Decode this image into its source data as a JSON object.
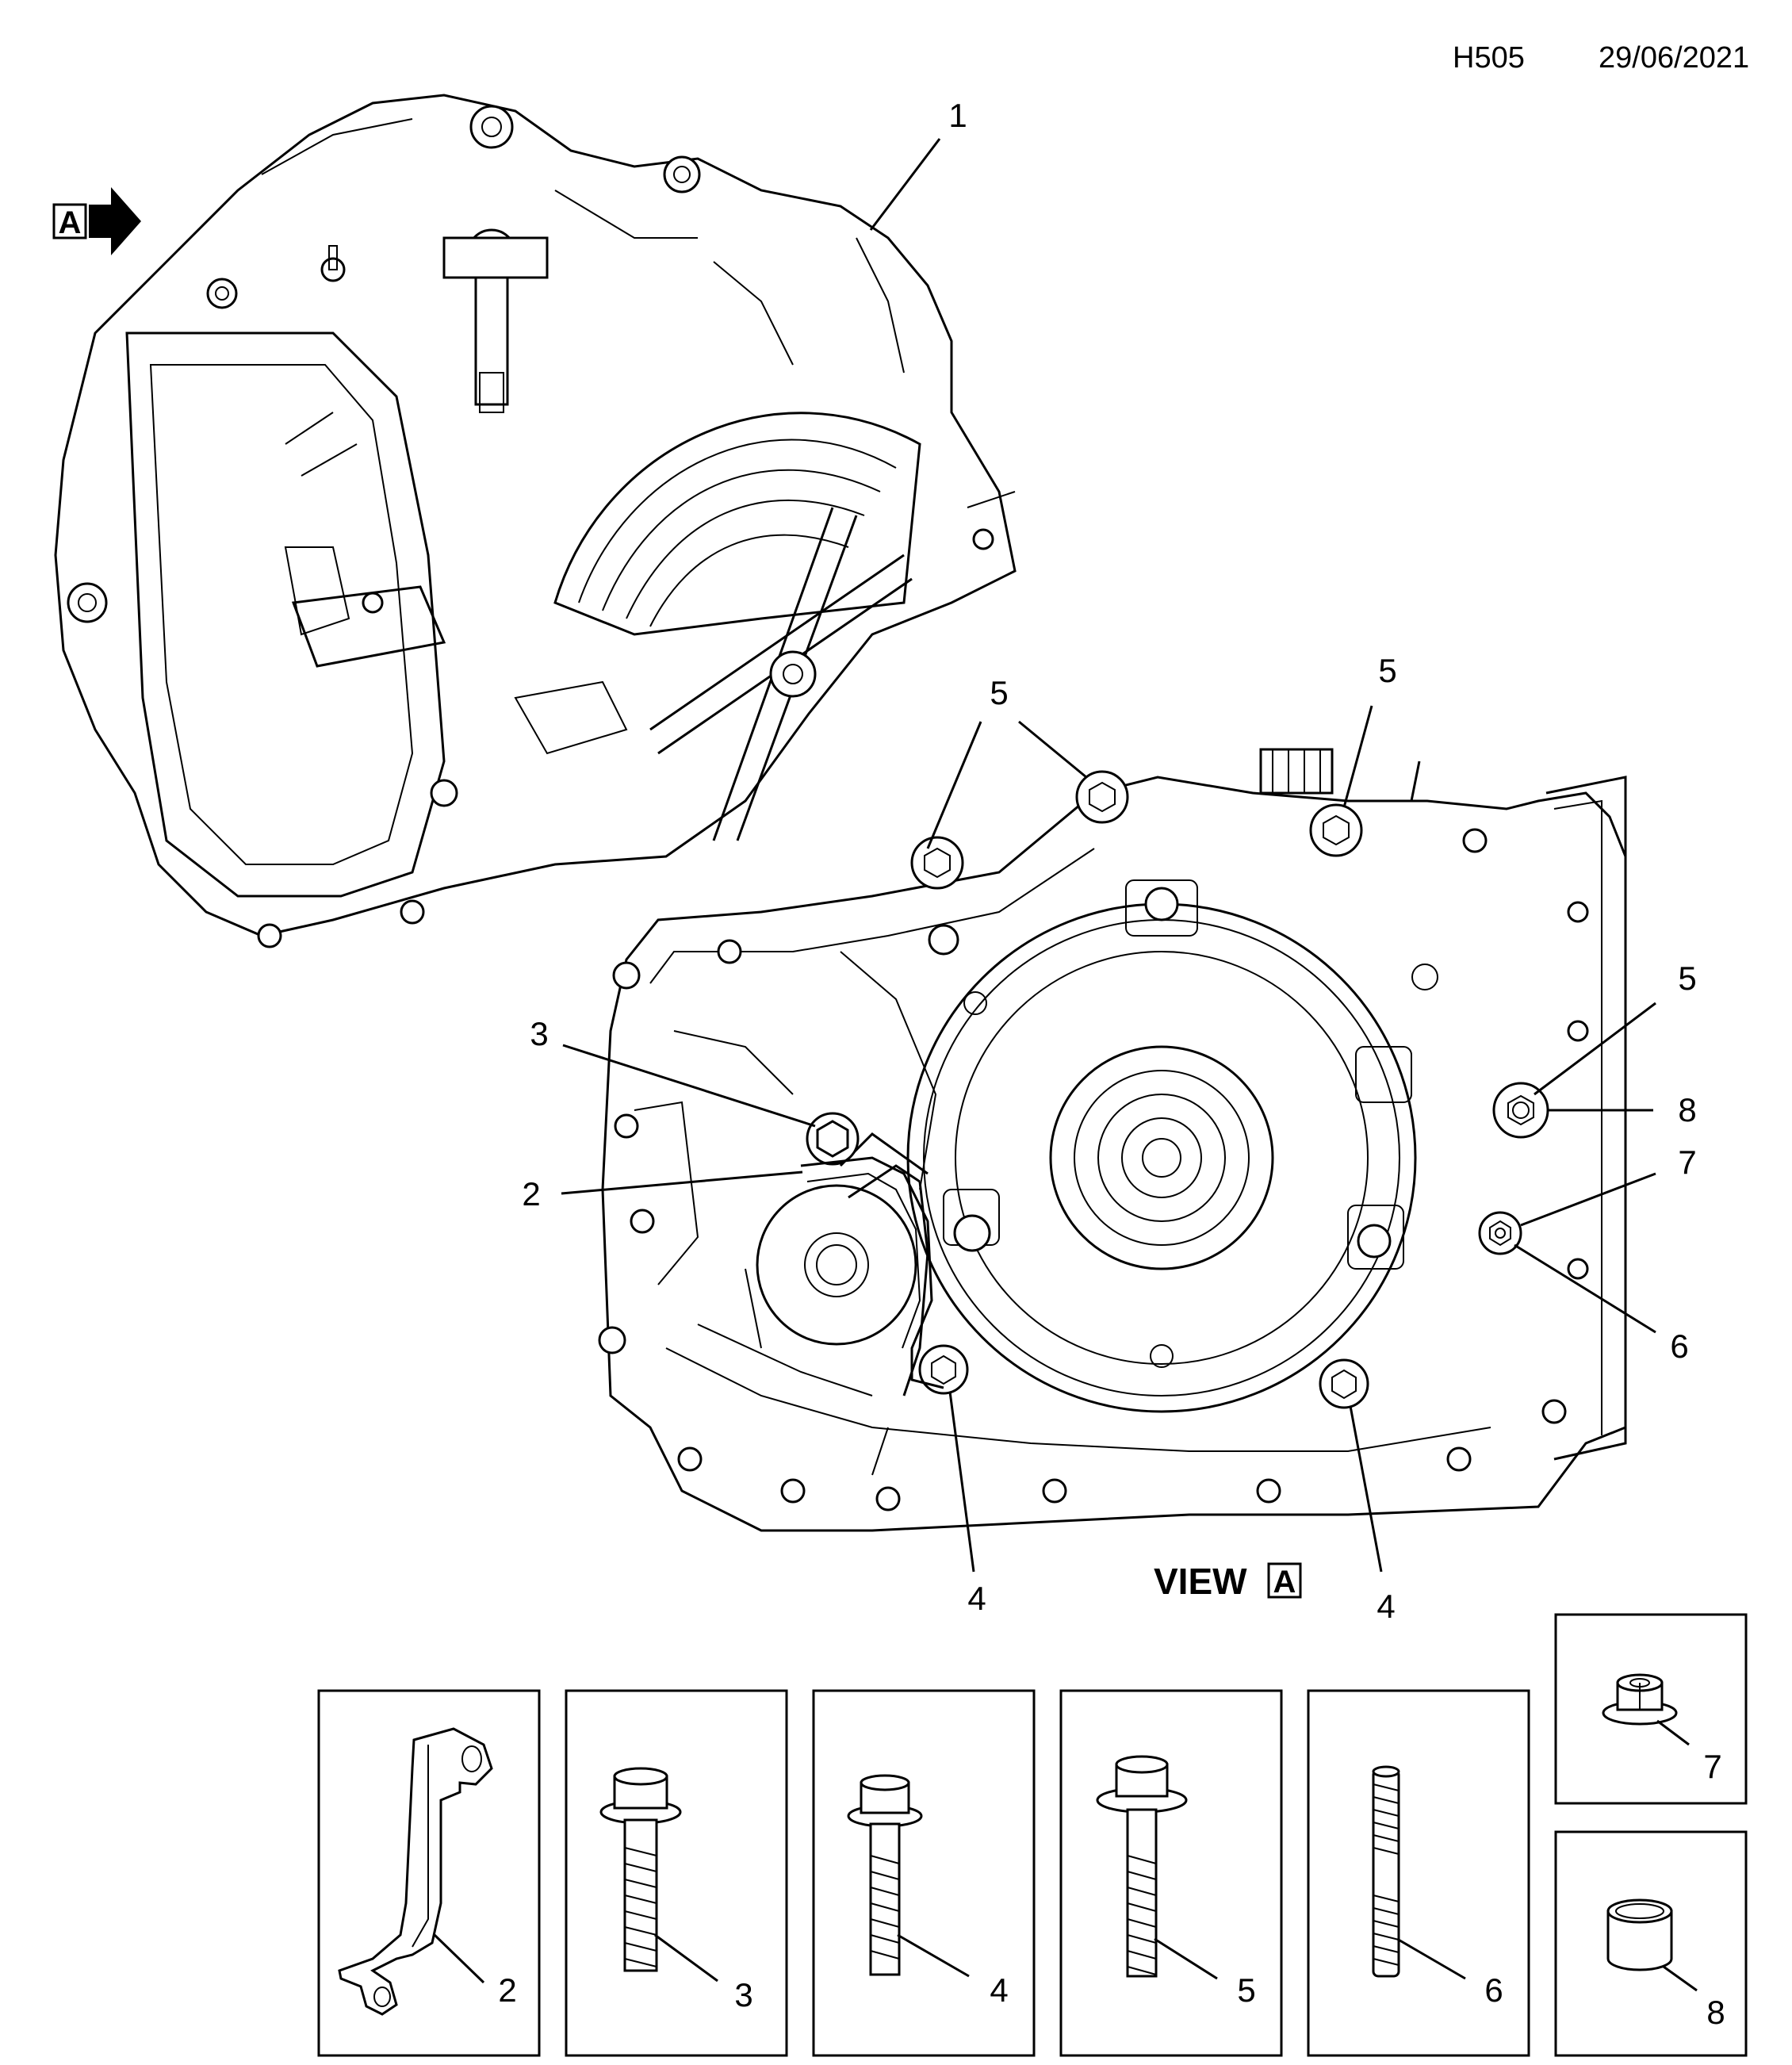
{
  "header": {
    "code": "H505",
    "date": "29/06/2021"
  },
  "view_marker": {
    "letter": "A"
  },
  "view_caption": {
    "text": "VIEW",
    "letter": "A"
  },
  "callouts": {
    "c1": "1",
    "c5a": "5",
    "c5b": "5",
    "c5c": "5",
    "c3": "3",
    "c2": "2",
    "c8": "8",
    "c7": "7",
    "c6": "6",
    "c4a": "4",
    "c4b": "4"
  },
  "parts": [
    {
      "number": "2",
      "icon": "bracket-icon"
    },
    {
      "number": "3",
      "icon": "flange-bolt-icon"
    },
    {
      "number": "4",
      "icon": "flange-bolt-icon"
    },
    {
      "number": "5",
      "icon": "flange-bolt-icon"
    },
    {
      "number": "6",
      "icon": "stud-icon"
    },
    {
      "number": "7",
      "icon": "flange-nut-icon"
    },
    {
      "number": "8",
      "icon": "sleeve-icon"
    }
  ]
}
